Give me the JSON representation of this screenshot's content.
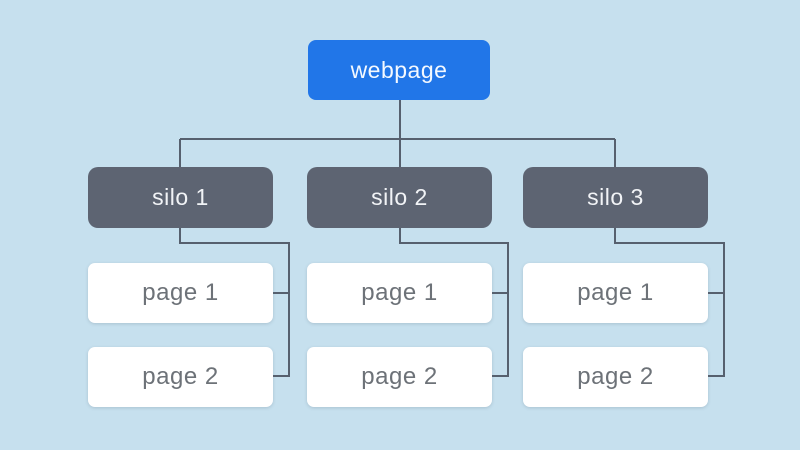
{
  "diagram": {
    "root": {
      "label": "webpage"
    },
    "silos": [
      {
        "label": "silo 1",
        "pages": [
          {
            "label": "page 1"
          },
          {
            "label": "page 2"
          }
        ]
      },
      {
        "label": "silo 2",
        "pages": [
          {
            "label": "page 1"
          },
          {
            "label": "page 2"
          }
        ]
      },
      {
        "label": "silo 3",
        "pages": [
          {
            "label": "page 1"
          },
          {
            "label": "page 2"
          }
        ]
      }
    ],
    "colors": {
      "background": "#c6e0ee",
      "root_fill": "#2176e8",
      "root_text": "#f4f9ff",
      "silo_fill": "#5d6472",
      "silo_text": "#f1f3f6",
      "page_fill": "#ffffff",
      "page_text": "#6d7278",
      "connector": "#56606e"
    }
  }
}
